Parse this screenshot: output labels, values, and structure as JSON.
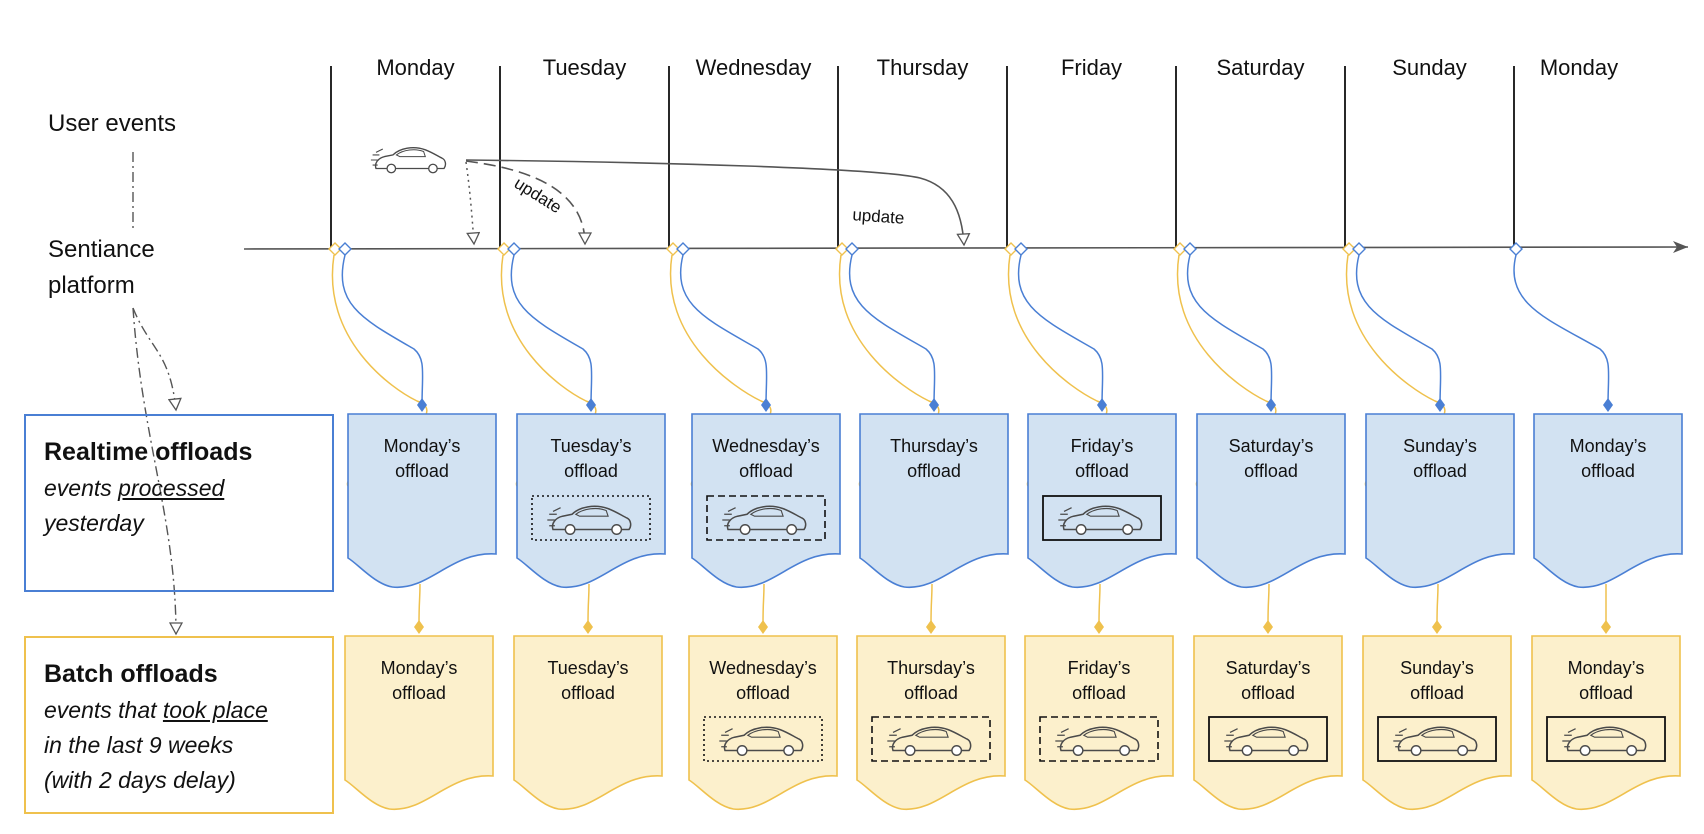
{
  "days": [
    "Monday",
    "Tuesday",
    "Wednesday",
    "Thursday",
    "Friday",
    "Saturday",
    "Sunday",
    "Monday"
  ],
  "rows": {
    "user_events": "User events",
    "platform_line1": "Sentiance",
    "platform_line2": "platform"
  },
  "legend": {
    "realtime": {
      "title": "Realtime offloads",
      "line1_pre": "events ",
      "line1_u": "processed",
      "line2": "yesterday"
    },
    "batch": {
      "title": "Batch offloads",
      "line1_pre": "events that ",
      "line1_u": "took place",
      "line2": "in the last 9 weeks",
      "line3": "(with 2 days delay)"
    }
  },
  "arrows": {
    "update1": "update",
    "update2": "update"
  },
  "realtime_docs": [
    {
      "l1": "Monday’s",
      "l2": "offload",
      "car": "none"
    },
    {
      "l1": "Tuesday’s",
      "l2": "offload",
      "car": "dotted"
    },
    {
      "l1": "Wednesday’s",
      "l2": "offload",
      "car": "dashed"
    },
    {
      "l1": "Thursday’s",
      "l2": "offload",
      "car": "none"
    },
    {
      "l1": "Friday’s",
      "l2": "offload",
      "car": "solid"
    },
    {
      "l1": "Saturday’s",
      "l2": "offload",
      "car": "none"
    },
    {
      "l1": "Sunday’s",
      "l2": "offload",
      "car": "none"
    },
    {
      "l1": "Monday’s",
      "l2": "offload",
      "car": "none"
    }
  ],
  "batch_docs": [
    {
      "l1": "Monday’s",
      "l2": "offload",
      "car": "none"
    },
    {
      "l1": "Tuesday’s",
      "l2": "offload",
      "car": "none"
    },
    {
      "l1": "Wednesday’s",
      "l2": "offload",
      "car": "dotted"
    },
    {
      "l1": "Thursday’s",
      "l2": "offload",
      "car": "dashed"
    },
    {
      "l1": "Friday’s",
      "l2": "offload",
      "car": "dashed"
    },
    {
      "l1": "Saturday’s",
      "l2": "offload",
      "car": "solid"
    },
    {
      "l1": "Sunday’s",
      "l2": "offload",
      "car": "solid"
    },
    {
      "l1": "Monday’s",
      "l2": "offload",
      "car": "solid"
    }
  ],
  "colors": {
    "blue": "#4a7fd4",
    "blue_fill": "#d2e2f2",
    "yellow": "#efc14d",
    "yellow_fill": "#fcf0cc",
    "line": "#111111",
    "gray": "#555555"
  }
}
